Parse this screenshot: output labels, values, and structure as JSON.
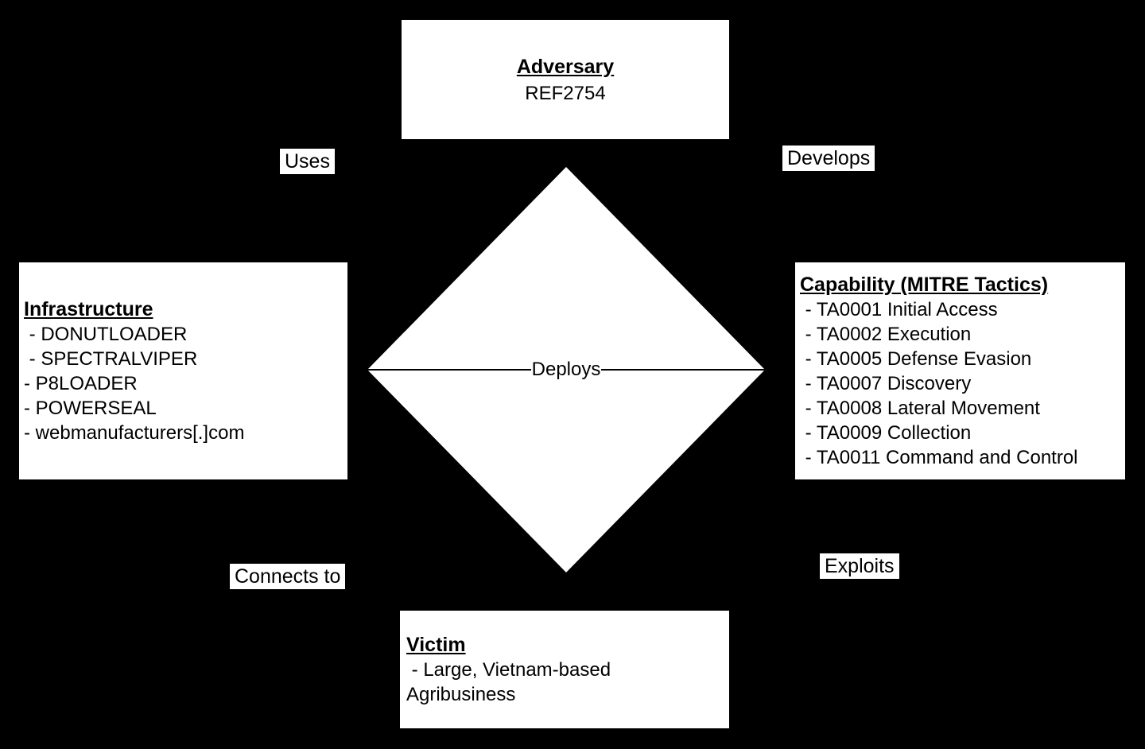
{
  "diagram": {
    "background_color": "#000000",
    "node_background_color": "#ffffff",
    "text_color": "#000000"
  },
  "nodes": {
    "adversary": {
      "title": "Adversary",
      "value": "REF2754"
    },
    "infrastructure": {
      "title": "Infrastructure",
      "items": [
        " - DONUTLOADER",
        " - SPECTRALVIPER",
        "- P8LOADER",
        "- POWERSEAL",
        "- webmanufacturers[.]com"
      ]
    },
    "capability": {
      "title": "Capability (MITRE Tactics)",
      "items": [
        " - TA0001 Initial Access",
        " - TA0002 Execution",
        " - TA0005 Defense Evasion",
        " - TA0007 Discovery",
        " - TA0008 Lateral Movement",
        " - TA0009 Collection",
        " - TA0011 Command and Control"
      ]
    },
    "victim": {
      "title": "Victim",
      "lines": [
        " - Large, Vietnam-based",
        "Agribusiness"
      ]
    }
  },
  "edges": {
    "uses": "Uses",
    "develops": "Develops",
    "connects_to": "Connects to",
    "exploits": "Exploits",
    "deploys": "Deploys"
  }
}
